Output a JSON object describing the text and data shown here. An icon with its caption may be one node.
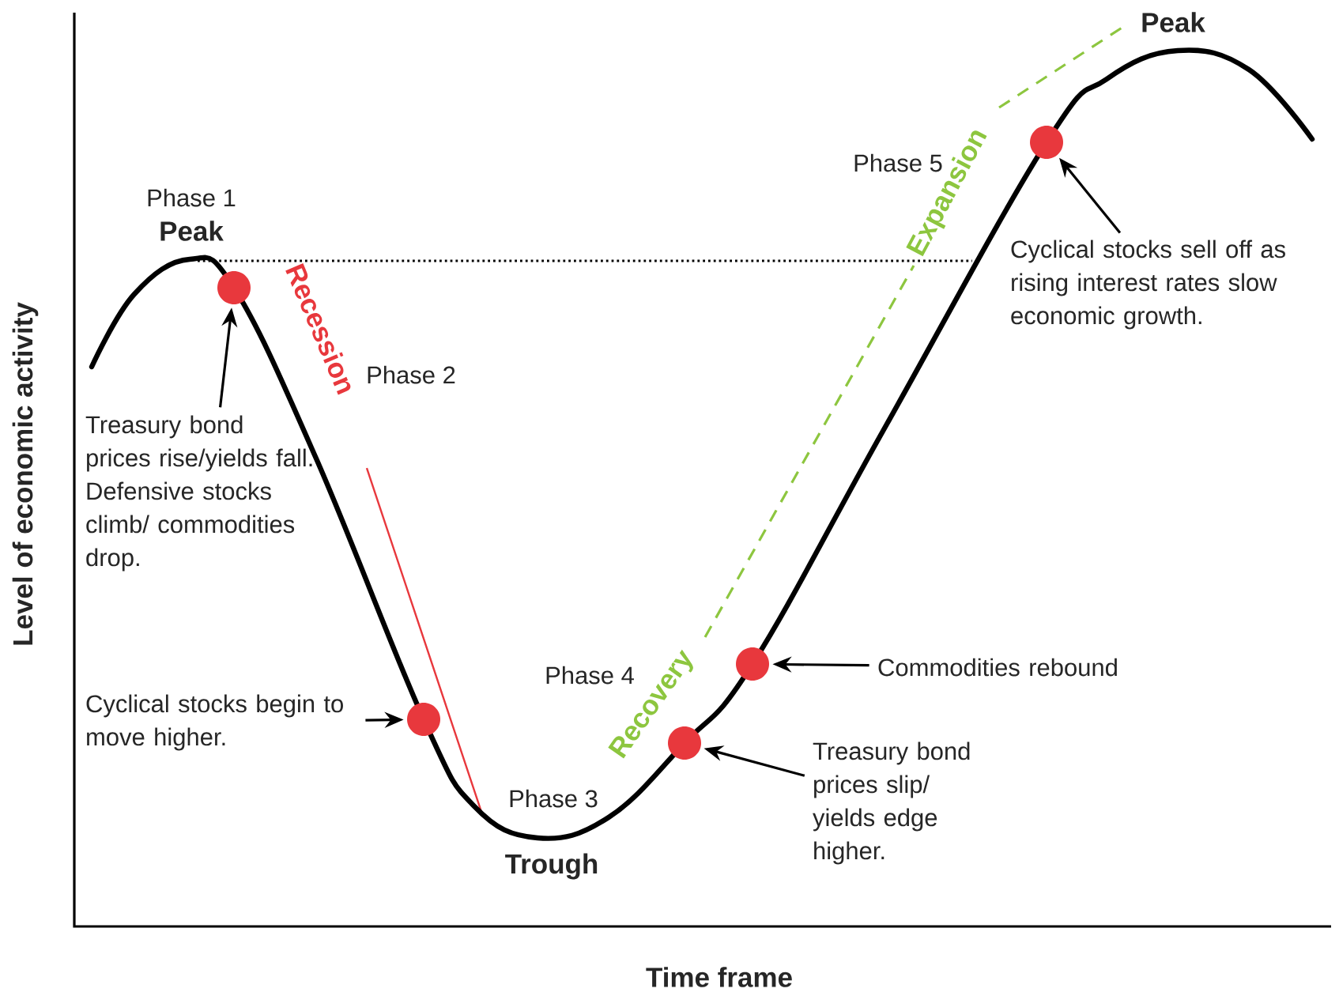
{
  "diagram": {
    "nodes": [
      {
        "text": [
          "Treasury bond prices rise/yields fall. Defensive stocks climb/ commodities drop."
        ]
      },
      {
        "text": [],
        "shape": "circle"
      },
      {
        "text": [
          "Cyclical stocks begin to move higher."
        ]
      },
      {
        "text": [],
        "shape": "circle"
      },
      {
        "text": [
          "Commodities rebound"
        ]
      },
      {
        "text": [],
        "shape": "circle"
      },
      {
        "text": [
          "Treasury bond prices slip/ yields edge higher."
        ]
      },
      {
        "text": [],
        "shape": "circle"
      },
      {
        "text": [
          "Cyclical stocks sell off as rising interest rates slow economic growth."
        ]
      },
      {
        "text": [],
        "shape": "circle"
      }
    ],
    "edges": [
      {
        "from": 0,
        "to": 1,
        "arrow": "to"
      },
      {
        "from": 2,
        "to": 3,
        "arrow": "to"
      },
      {
        "from": 4,
        "to": 5,
        "arrow": "to"
      },
      {
        "from": 6,
        "to": 7,
        "arrow": "to"
      },
      {
        "from": 8,
        "to": 9,
        "arrow": "to"
      }
    ],
    "labels": [
      "Peak",
      "Phase 5",
      "Expansion",
      "Phase 1",
      "Peak",
      "Recession",
      "Phase 2",
      "Phase 4",
      "Recovery",
      "Phase 3",
      "Trough",
      "Level of economic activity",
      "Time frame"
    ]
  }
}
